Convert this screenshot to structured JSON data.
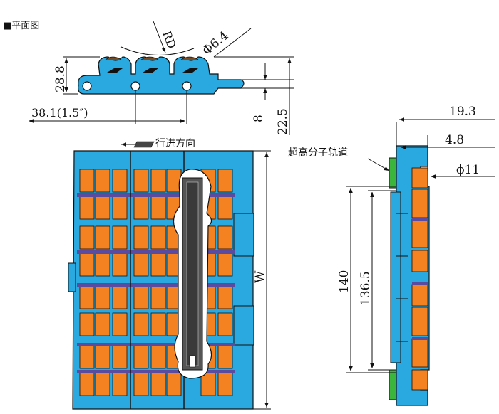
{
  "view_title": "■平面图",
  "top_view": {
    "radius_label": "RD",
    "hole_diameter": "Φ6.4",
    "height": "28.8",
    "pitch": "38.1(1.5″)",
    "offset_small": "8",
    "offset_large": "22.5"
  },
  "plan_view": {
    "direction_label": "行进方向",
    "width_label": "W"
  },
  "side_view": {
    "guide_rail_label": "超高分子轨道",
    "overall_width": "19.3",
    "rail_offset": "4.8",
    "rail_diameter": "ϕ11",
    "outer_span": "140",
    "inner_span": "136.5"
  },
  "colors": {
    "chain_blue": "#2aa8e0",
    "module_orange": "#f58220",
    "purple_bar": "#5a4aa0",
    "rail_green": "#3cb53c",
    "outline": "#111111"
  }
}
